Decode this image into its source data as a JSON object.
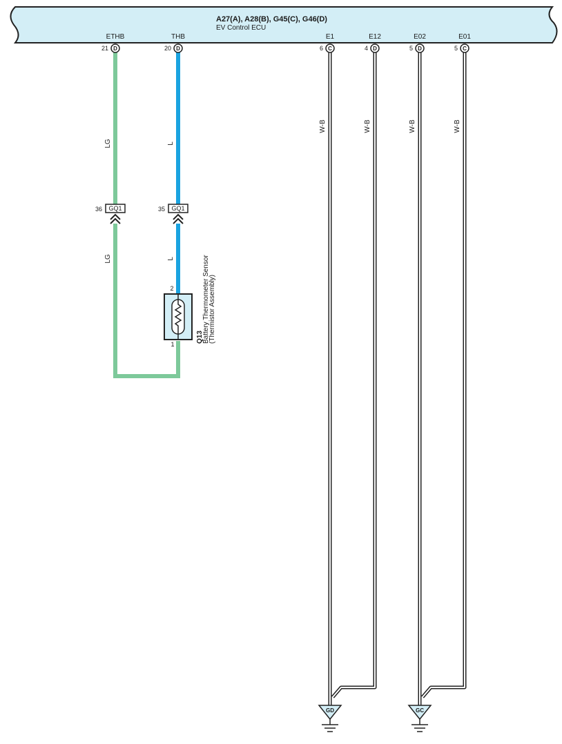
{
  "ecu": {
    "connectors": "A27(A), A28(B), G45(C), G46(D)",
    "name": "EV Control ECU",
    "color": "#d3eef6"
  },
  "terminals": [
    {
      "id": "ethb",
      "label": "ETHB",
      "pin": "21",
      "conn": "D"
    },
    {
      "id": "thb",
      "label": "THB",
      "pin": "20",
      "conn": "D"
    },
    {
      "id": "e1",
      "label": "E1",
      "pin": "6",
      "conn": "C"
    },
    {
      "id": "e12",
      "label": "E12",
      "pin": "4",
      "conn": "D"
    },
    {
      "id": "e02",
      "label": "E02",
      "pin": "5",
      "conn": "D"
    },
    {
      "id": "e01",
      "label": "E01",
      "pin": "5",
      "conn": "C"
    }
  ],
  "wires": {
    "ethb": {
      "color_code": "LG",
      "color": "#7dc99a"
    },
    "thb": {
      "color_code": "L",
      "color": "#1aa3e0"
    },
    "ground": {
      "color_code": "W-B"
    }
  },
  "junctions": [
    {
      "id": "ethb",
      "pin": "36",
      "code": "GQ1"
    },
    {
      "id": "thb",
      "pin": "35",
      "code": "GQ1"
    }
  ],
  "sensor": {
    "code": "Q13",
    "name": "Battery Thermometer Sensor",
    "sub": "(Thermistor Assembly)",
    "pin_top": "2",
    "pin_bottom": "1",
    "color": "#d3eef6"
  },
  "grounds": [
    {
      "id": "gd",
      "label": "GD"
    },
    {
      "id": "gc",
      "label": "GC"
    }
  ]
}
